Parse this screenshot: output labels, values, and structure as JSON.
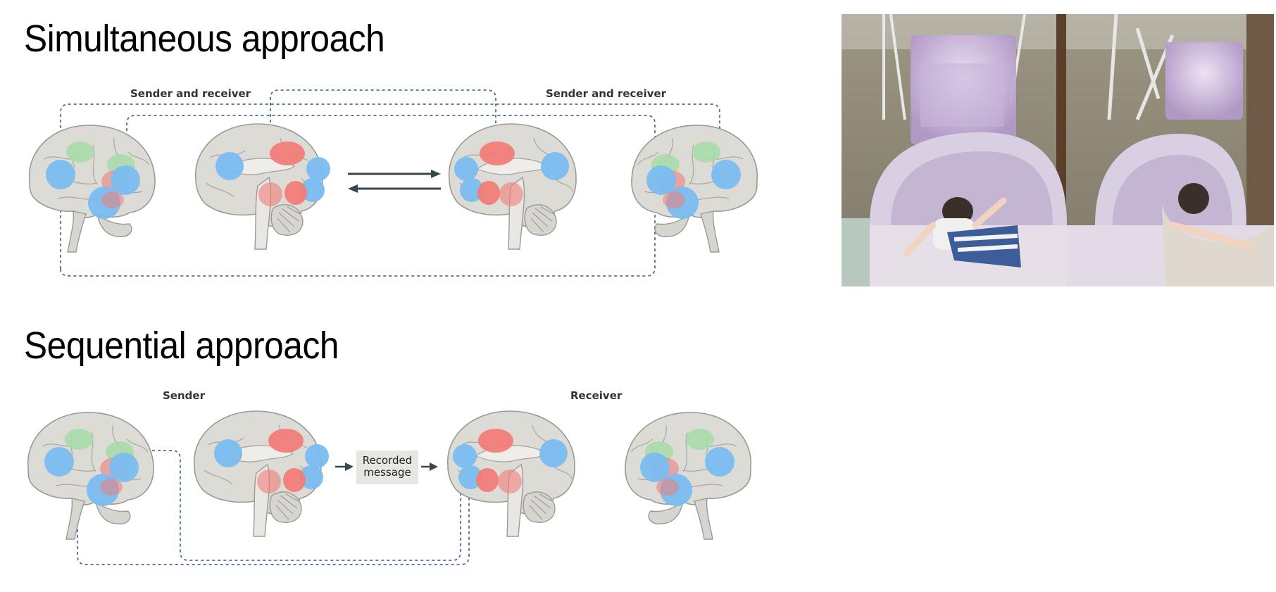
{
  "headings": {
    "simultaneous": "Simultaneous approach",
    "sequential": "Sequential approach"
  },
  "labels": {
    "sender_and_receiver_left": "Sender and receiver",
    "sender_and_receiver_right": "Sender and receiver",
    "sender": "Sender",
    "receiver": "Receiver",
    "recorded_message": "Recorded message"
  },
  "colors": {
    "brain_fill": "#dcdbd6",
    "brain_stroke": "#9a9a96",
    "region_blue": "#79bdf0",
    "region_red": "#f17d78",
    "region_green": "#a9dcaa",
    "dashed_line": "#4a6fa0",
    "arrow": "#37474f"
  },
  "photo": {
    "description_icon": "infant-scanner-photo-icon"
  }
}
